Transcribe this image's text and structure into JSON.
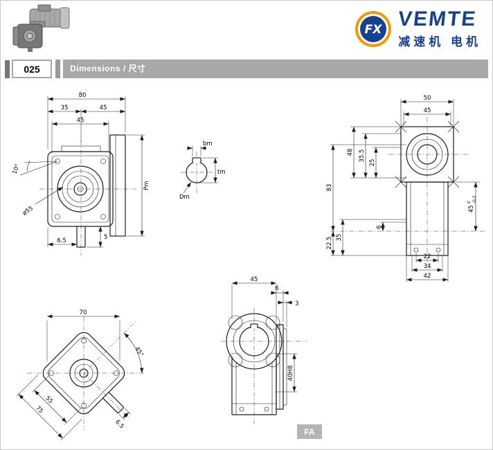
{
  "header": {
    "model": "025",
    "title": "Dimensions / 尺寸"
  },
  "logo": {
    "brand": "VEMTE",
    "tagline": "减速机 电机",
    "emblem": "FX"
  },
  "footer": {
    "badge": "FA"
  },
  "colors": {
    "accent_orange": "#f39800",
    "brand_blue": "#16418c",
    "bar_gray": "#a8a8a8"
  },
  "front_view": {
    "total_width": "80",
    "left_width": "35",
    "right_width": "45",
    "inner_width": "45",
    "flange_height": "Pm",
    "angle": "10°",
    "hub_dia": "ø55",
    "foot": "6.5",
    "shaft_len": "5"
  },
  "shaft_section": {
    "key_width": "bm",
    "key_depth": "tm",
    "bore": "Dm"
  },
  "side_view": {
    "top_width": "50",
    "flange_width": "45",
    "h48": "48",
    "h35_5": "35.5",
    "h25": "25",
    "h83": "83",
    "h35": "35",
    "h6": "6",
    "h22_5": "22.5",
    "w22": "22",
    "w34": "34",
    "w42": "42",
    "d45": "45",
    "tol_upper": "0",
    "tol_lower": "-0,2"
  },
  "bottom_view": {
    "width": "70",
    "angle": "45°",
    "d55": "55",
    "d75": "75",
    "shaft_dia": "6.5"
  },
  "output_view": {
    "w45": "45",
    "w6": "6",
    "w3": "3",
    "bore": "40H8"
  }
}
